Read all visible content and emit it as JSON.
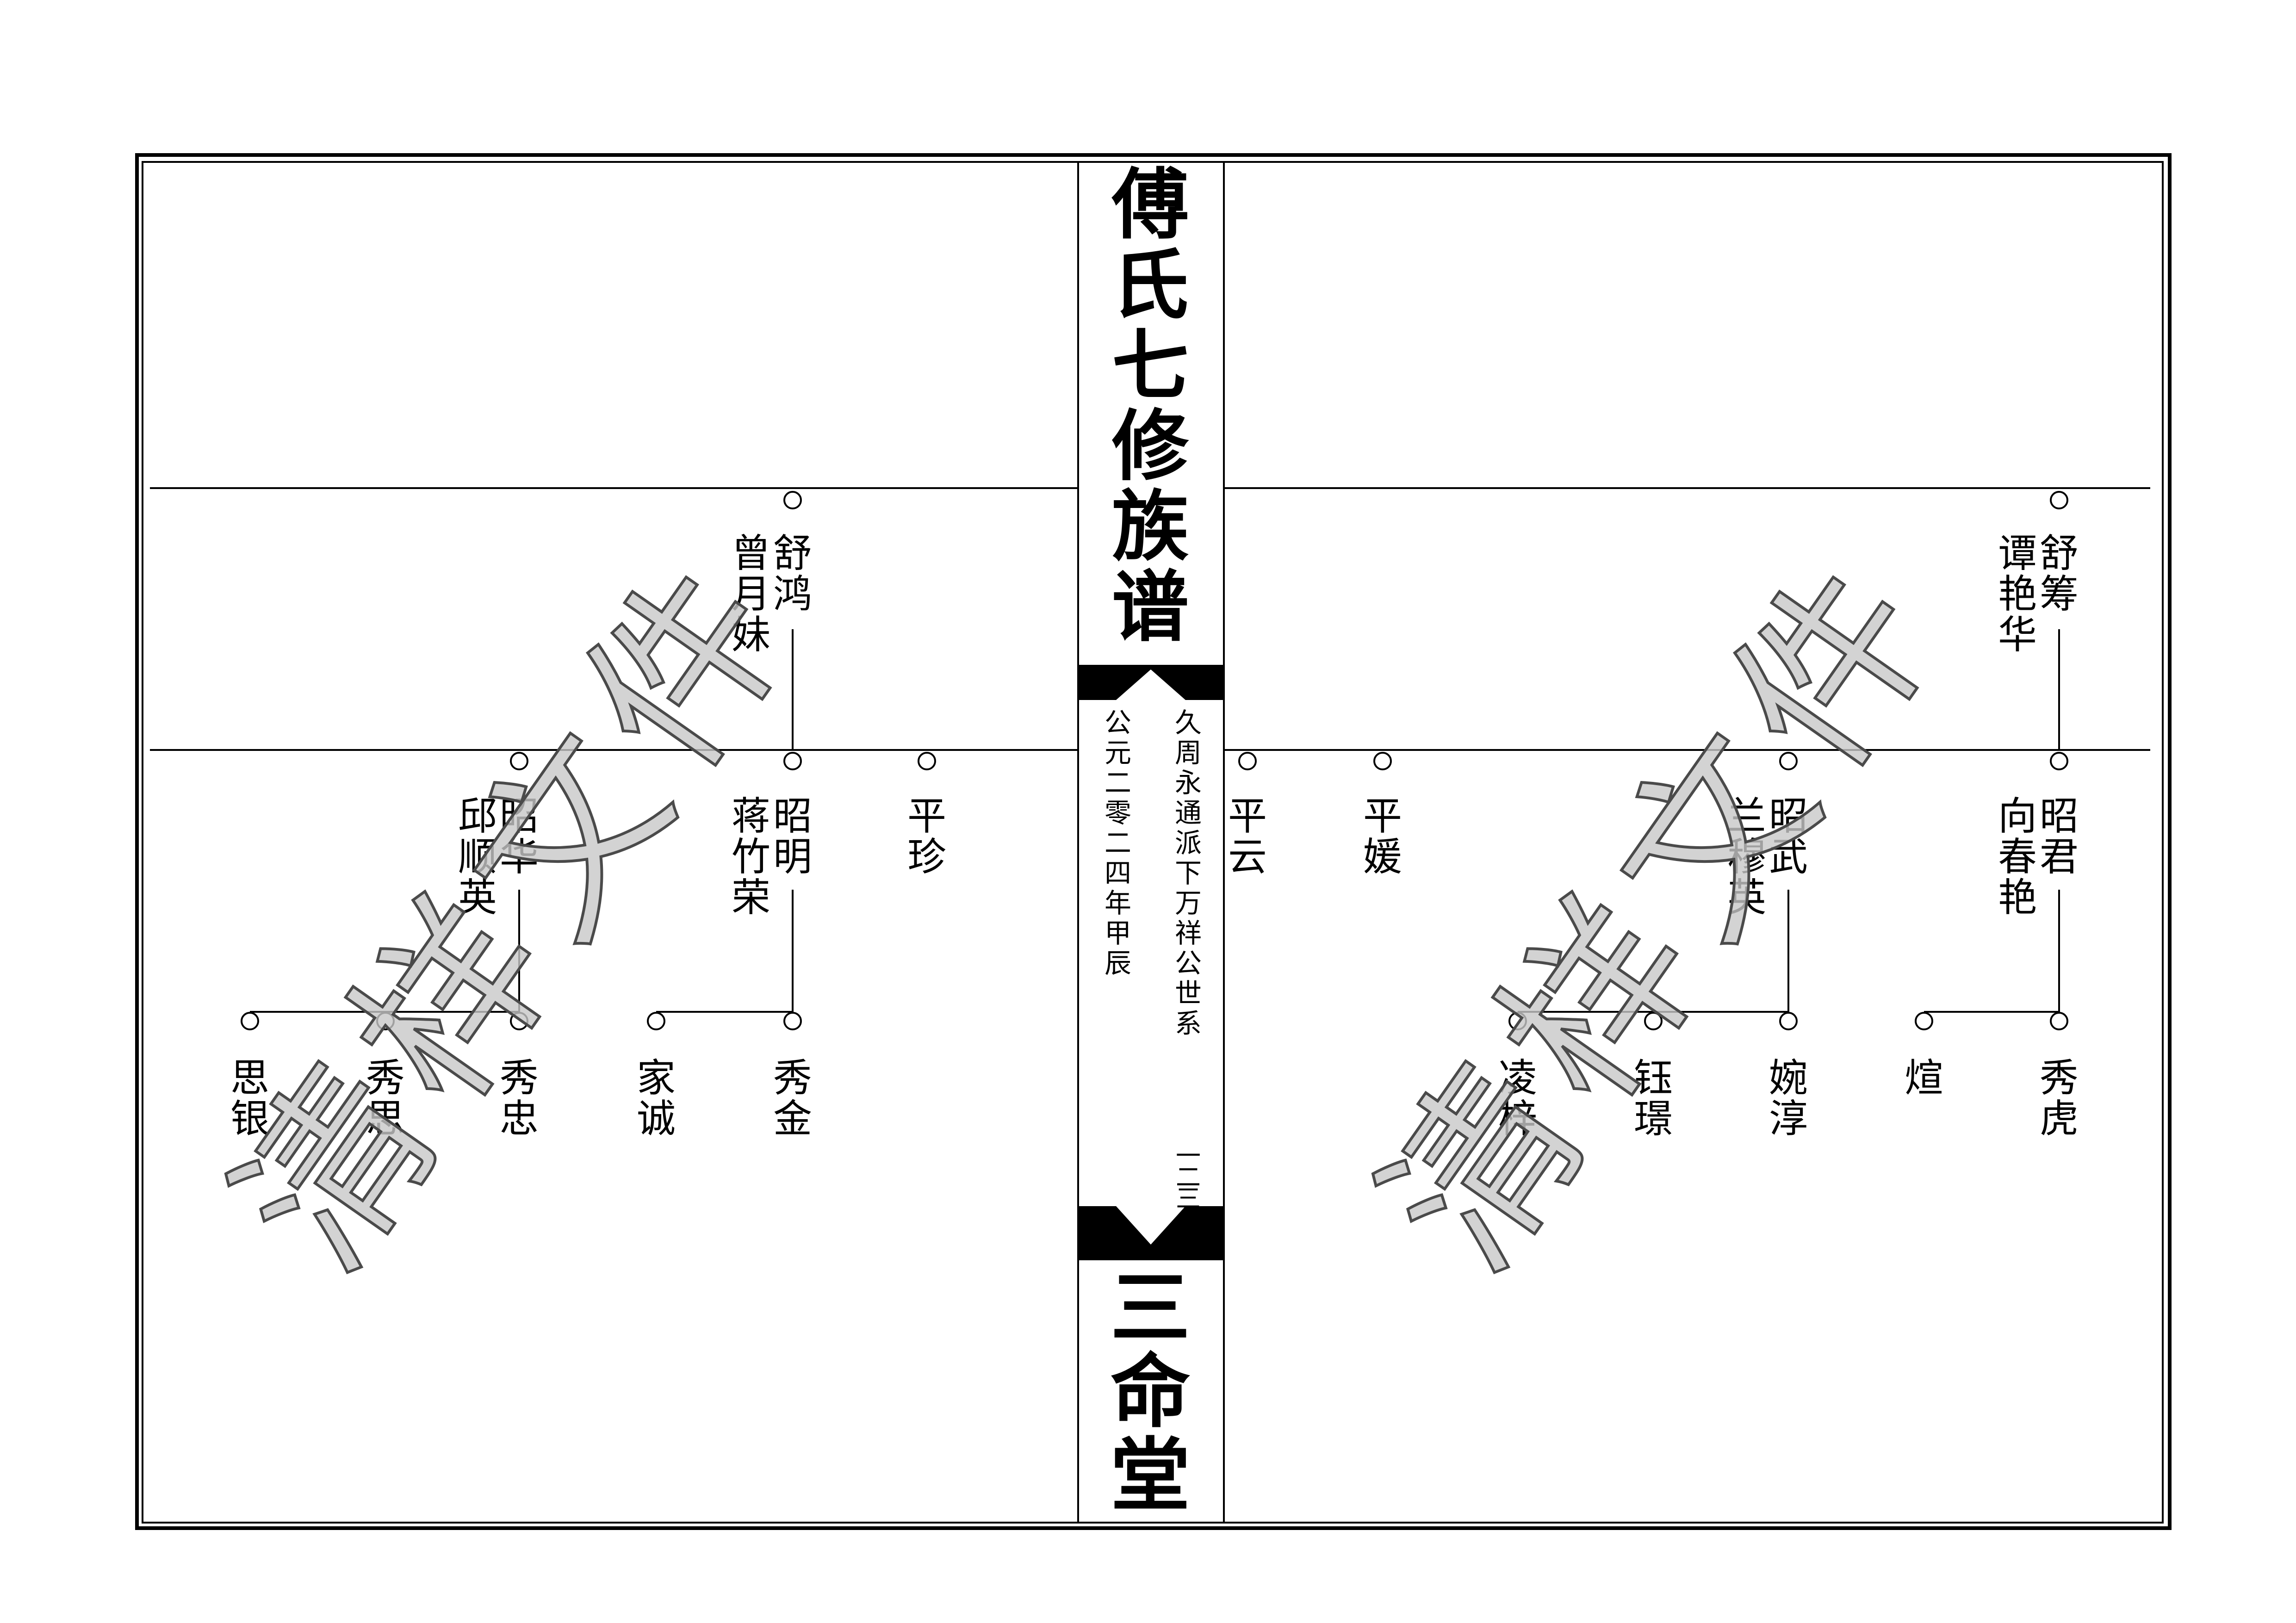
{
  "spine": {
    "title": "傅氏七修族谱",
    "lineage": "久周永通派下万祥公世系",
    "edition_date": "公元二零二四年甲辰",
    "page_number": "一二三",
    "hall_name": "三命堂"
  },
  "watermark": "清样文件",
  "left_page": {
    "generation_1": [
      {
        "name": "舒鸿",
        "spouse": "曾月妹"
      }
    ],
    "generation_2": [
      {
        "name": "平珍"
      },
      {
        "name": "昭明",
        "spouse": "蒋竹荣"
      },
      {
        "name": "昭华",
        "spouse": "邱顺英"
      }
    ],
    "generation_3": [
      {
        "name": "秀金"
      },
      {
        "name": "家诚"
      },
      {
        "name": "秀忠"
      },
      {
        "name": "秀思"
      },
      {
        "name": "思银"
      }
    ]
  },
  "right_page": {
    "generation_1": [
      {
        "name": "舒筹",
        "spouse": "谭艳华"
      }
    ],
    "generation_2": [
      {
        "name": "昭君",
        "spouse": "向春艳"
      },
      {
        "name": "昭武",
        "spouse": "兰穆英"
      },
      {
        "name": "平媛"
      },
      {
        "name": "平云"
      }
    ],
    "generation_3": [
      {
        "name": "秀虎"
      },
      {
        "name": "煊"
      },
      {
        "name": "婉淳"
      },
      {
        "name": "钰璟"
      },
      {
        "name": "凌梓"
      }
    ]
  }
}
